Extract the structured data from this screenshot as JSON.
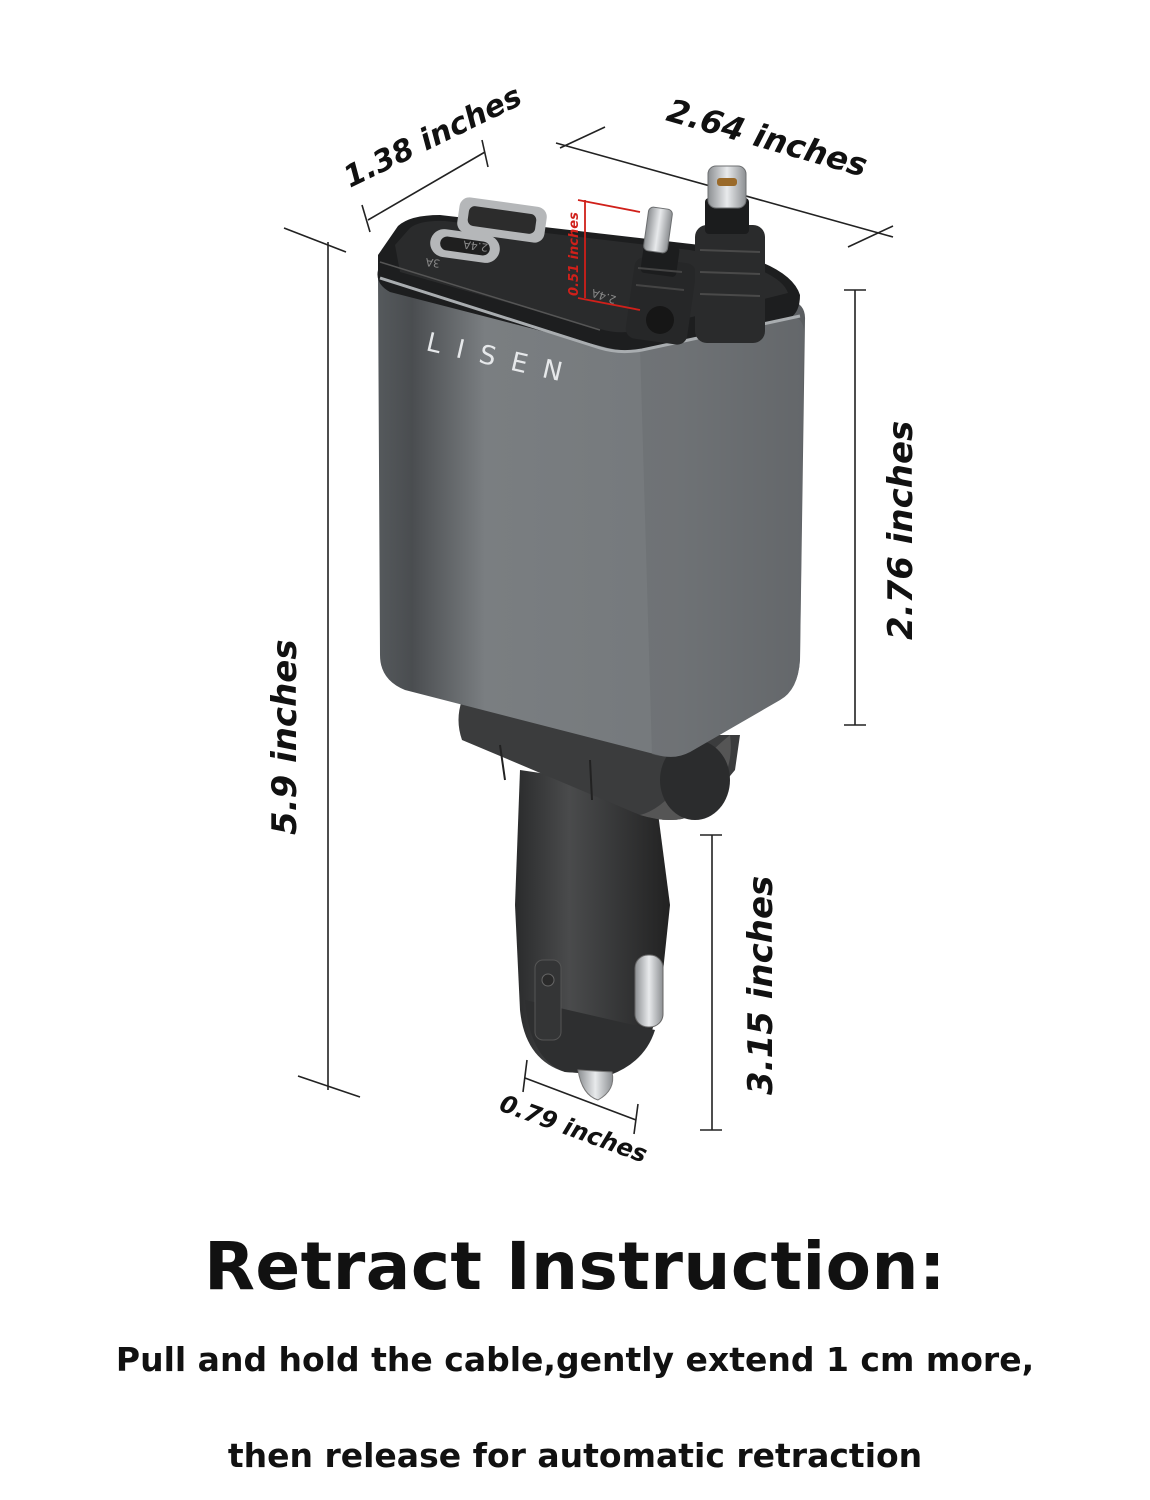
{
  "brand": "LISEN",
  "dimensions": {
    "width_top": "1.38 inches",
    "depth_top": "2.64 inches",
    "cable_plug": "0.51 inches",
    "body_height": "2.76 inches",
    "total_height": "5.9 inches",
    "plug_height": "3.15 inches",
    "plug_width": "0.79 inches"
  },
  "port_labels": {
    "usb_a": "2.4A",
    "usb_c": "3A",
    "side_port": "2.4A"
  },
  "instruction": {
    "title": "Retract Instruction:",
    "line1": "Pull and hold the cable,gently extend 1 cm more,",
    "line2": "then release for automatic retraction"
  },
  "colors": {
    "body": "#6e7275",
    "dimension_accent": "#d0201a",
    "text": "#111111"
  }
}
